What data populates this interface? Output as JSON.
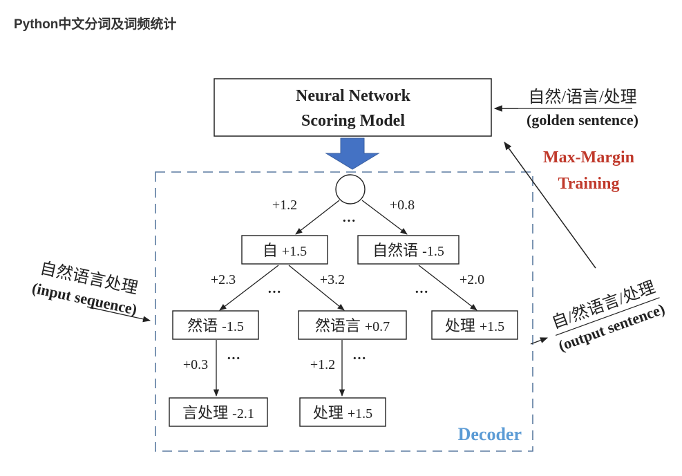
{
  "page": {
    "title": "Python中文分词及词频统计"
  },
  "diagram": {
    "model_box": {
      "line1": "Neural Network",
      "line2": "Scoring Model"
    },
    "golden": {
      "words": "自然/语言/处理",
      "label": "(golden sentence)"
    },
    "training": {
      "line1": "Max-Margin",
      "line2": "Training"
    },
    "input": {
      "text": "自然语言处理",
      "label": "(input sequence)"
    },
    "output": {
      "text": "自/然语言/处理",
      "label": "(output sentence)"
    },
    "decoder_label": "Decoder",
    "ellipsis": "···",
    "edge_scores": {
      "root_left": "+1.2",
      "root_right": "+0.8",
      "zi_left": "+2.3",
      "zi_right": "+3.2",
      "ziranyu_right": "+2.0",
      "ranyu_down": "+0.3",
      "ranyuyan_down": "+1.2"
    },
    "nodes": {
      "zi": {
        "word": "自",
        "score": "+1.5"
      },
      "ziranyu": {
        "word": "自然语",
        "score": "-1.5"
      },
      "ranyu": {
        "word": "然语",
        "score": "-1.5"
      },
      "ranyuyan": {
        "word": "然语言",
        "score": "+0.7"
      },
      "chuli_a": {
        "word": "处理",
        "score": "+1.5"
      },
      "yanchuli": {
        "word": "言处理",
        "score": "-2.1"
      },
      "chuli_b": {
        "word": "处理",
        "score": "+1.5"
      }
    },
    "colors": {
      "training": "#c0392b",
      "decoder": "#5b9bd5",
      "down_arrow": "#4472c4",
      "dashed": "#5a7aa0"
    }
  }
}
